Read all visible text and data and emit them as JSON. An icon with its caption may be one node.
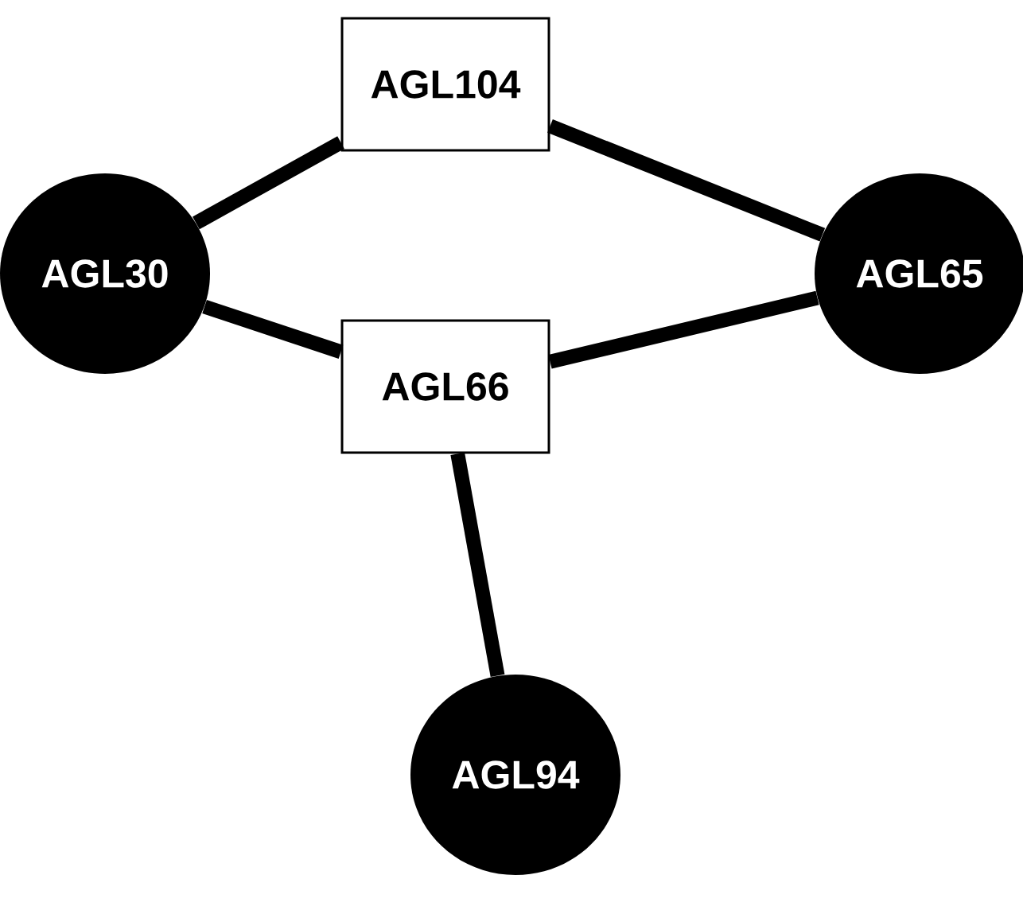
{
  "diagram": {
    "nodes": [
      {
        "text": [
          "AGL104"
        ]
      },
      {
        "text": [
          "AGL30"
        ]
      },
      {
        "text": [
          "AGL65"
        ]
      },
      {
        "text": [
          "AGL66"
        ]
      },
      {
        "text": [
          "AGL94"
        ]
      }
    ],
    "edges": [
      {
        "from": 1,
        "to": 0,
        "arrow": "none"
      },
      {
        "from": 0,
        "to": 2,
        "arrow": "none"
      },
      {
        "from": 1,
        "to": 3,
        "arrow": "none"
      },
      {
        "from": 3,
        "to": 2,
        "arrow": "none"
      },
      {
        "from": 3,
        "to": 4,
        "arrow": "none"
      }
    ]
  }
}
